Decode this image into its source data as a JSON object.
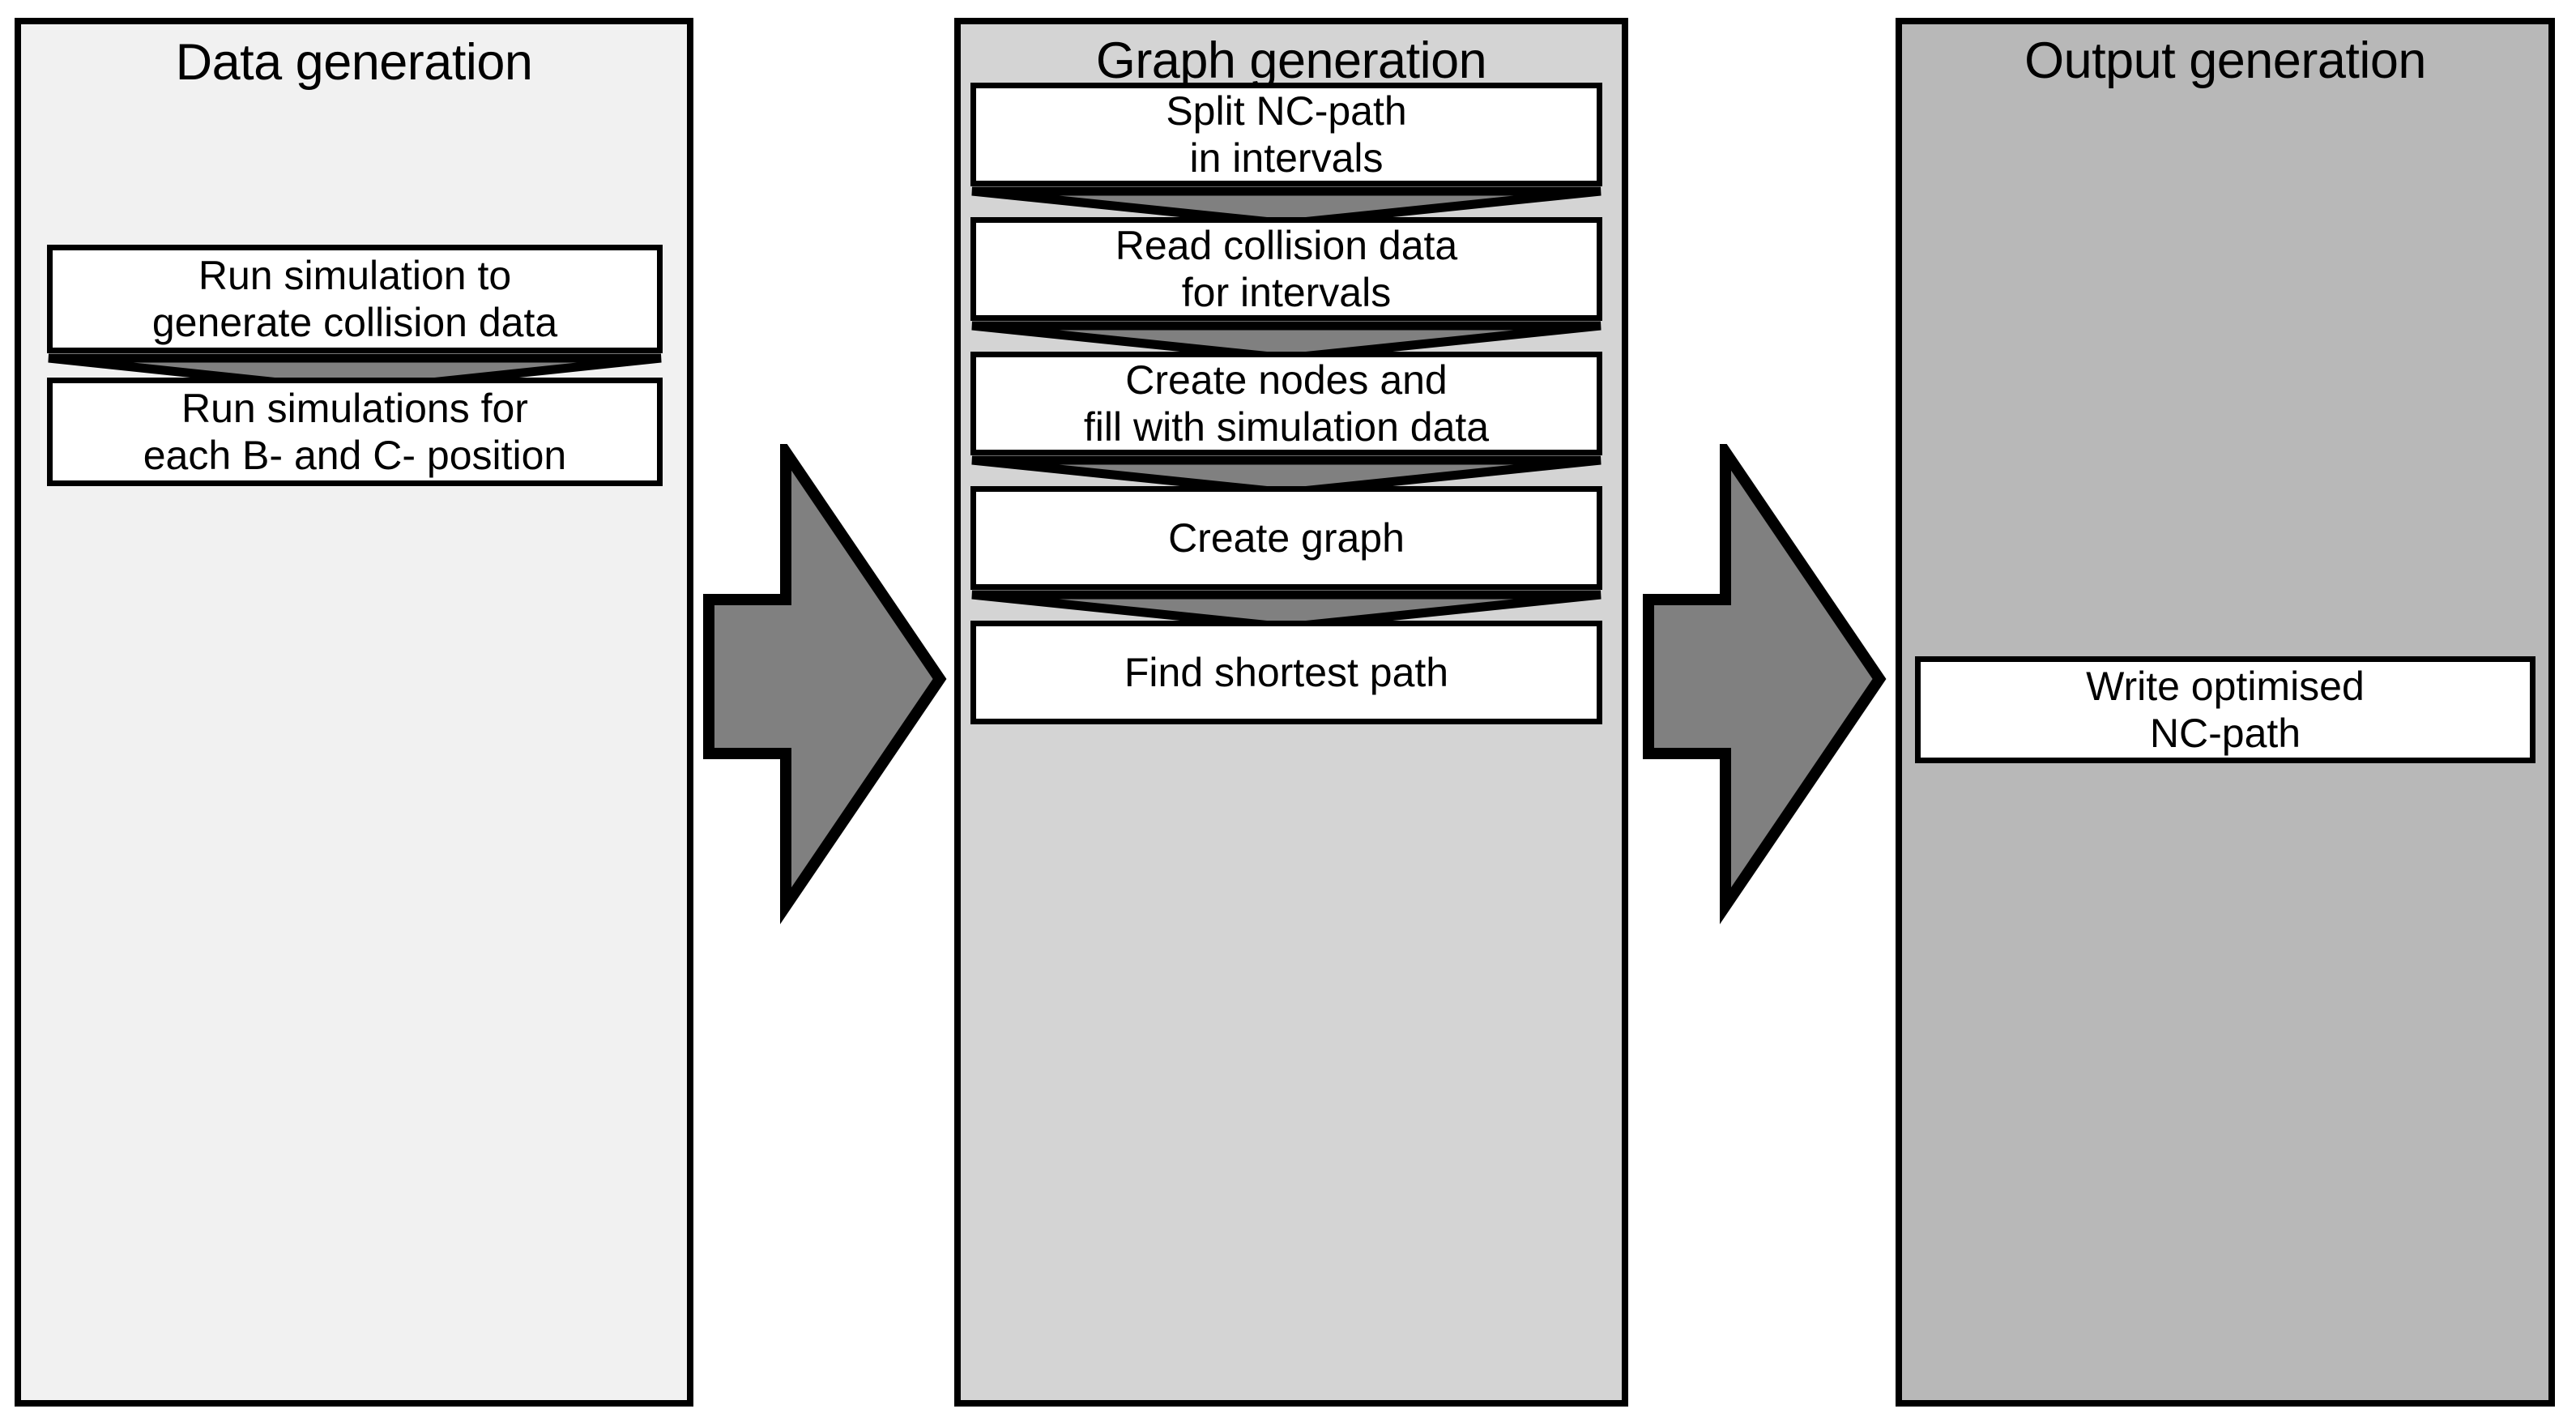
{
  "diagram": {
    "type": "flowchart",
    "orientation": "horizontal-three-stage",
    "background_color": "#ffffff"
  },
  "colors": {
    "stage_data_fill": "#f1f1f1",
    "stage_graph_fill": "#d4d4d4",
    "stage_output_fill": "#b8b8b8",
    "box_fill": "#ffffff",
    "arrow_fill": "#808080",
    "outline": "#000000"
  },
  "stages": [
    {
      "id": "data-generation",
      "title": "Data generation",
      "steps": [
        {
          "id": "run-simulation",
          "label_line1": "Run simulation to",
          "label_line2": "generate collision data"
        },
        {
          "id": "run-simulations-positions",
          "label_line1": "Run simulations for",
          "label_line2": "each B- and C- position"
        }
      ],
      "connectors": [
        {
          "id": "data-connector-1",
          "icon": "down-triangle-arrow-icon"
        }
      ]
    },
    {
      "id": "graph-generation",
      "title": "Graph generation",
      "steps": [
        {
          "id": "split-nc-path",
          "label_line1": "Split NC-path",
          "label_line2": "in intervals"
        },
        {
          "id": "read-collision-data",
          "label_line1": "Read collision data",
          "label_line2": "for intervals"
        },
        {
          "id": "create-nodes",
          "label_line1": "Create nodes and",
          "label_line2": "fill with simulation data"
        },
        {
          "id": "create-graph",
          "label_line1": "Create graph",
          "label_line2": ""
        },
        {
          "id": "find-shortest-path",
          "label_line1": "Find shortest path",
          "label_line2": ""
        }
      ],
      "connectors": [
        {
          "id": "graph-connector-1",
          "icon": "down-triangle-arrow-icon"
        },
        {
          "id": "graph-connector-2",
          "icon": "down-triangle-arrow-icon"
        },
        {
          "id": "graph-connector-3",
          "icon": "down-triangle-arrow-icon"
        },
        {
          "id": "graph-connector-4",
          "icon": "down-triangle-arrow-icon"
        }
      ]
    },
    {
      "id": "output-generation",
      "title": "Output generation",
      "steps": [
        {
          "id": "write-optimised-nc-path",
          "label_line1": "Write optimised",
          "label_line2": "NC-path"
        }
      ],
      "connectors": []
    }
  ],
  "stage_arrows": [
    {
      "id": "arrow-data-to-graph",
      "icon": "right-block-arrow-icon",
      "from": "data-generation",
      "to": "graph-generation"
    },
    {
      "id": "arrow-graph-to-output",
      "icon": "right-block-arrow-icon",
      "from": "graph-generation",
      "to": "output-generation"
    }
  ]
}
